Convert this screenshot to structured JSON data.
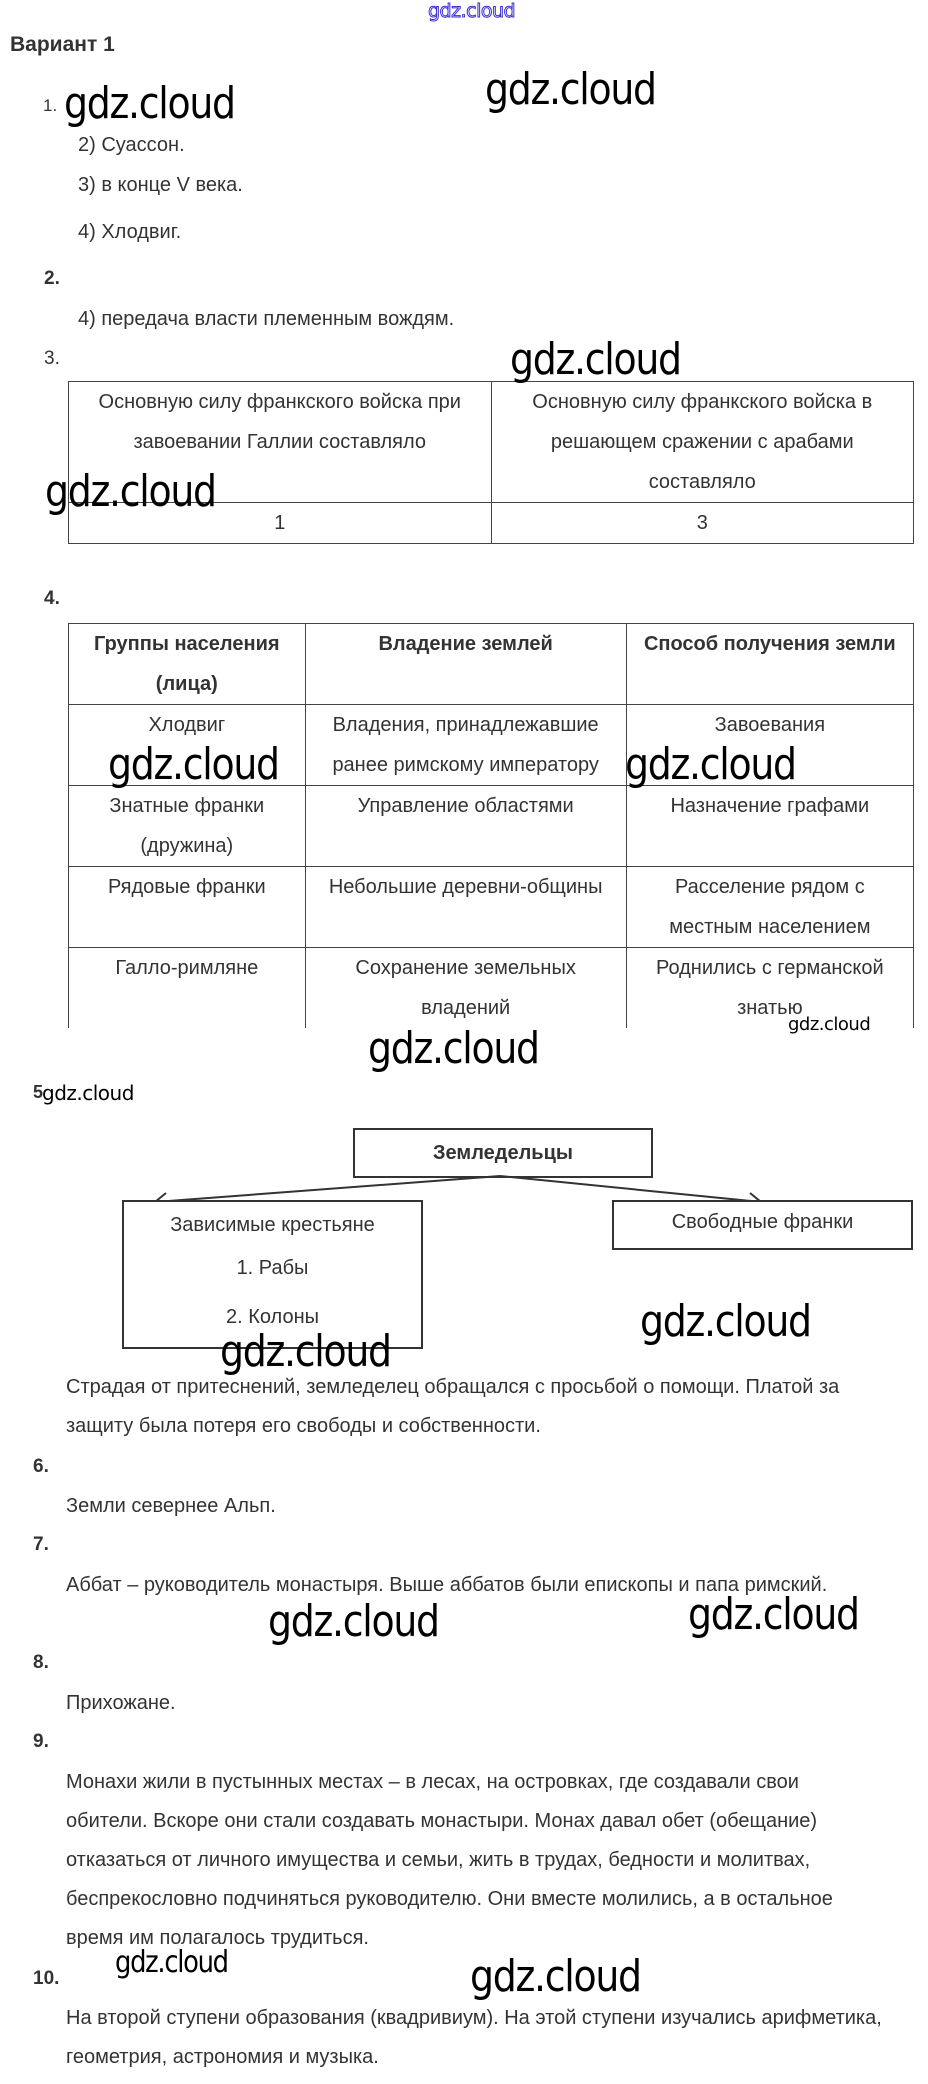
{
  "header": {
    "site_mark": "gdz.cloud",
    "title": "Вариант 1"
  },
  "watermark": "gdz.cloud",
  "q1": {
    "number": "1.",
    "answers": [
      "2) Суассон.",
      "3) в конце V века.",
      "4) Хлодвиг."
    ]
  },
  "q2": {
    "number": "2.",
    "answers": [
      "4) передача власти племенным вождям."
    ]
  },
  "q3": {
    "number": "3.",
    "headers": [
      "Основную силу франкского войска при завоевании Галлии составляло",
      "Основную силу франкского войска в решающем сражении с арабами составляло"
    ],
    "values": [
      "1",
      "3"
    ]
  },
  "q4": {
    "number": "4.",
    "headers": [
      "Группы населения (лица)",
      "Владение землей",
      "Способ получения земли"
    ],
    "rows": [
      [
        "Хлодвиг",
        "Владения, принадлежавшие ранее римскому императору",
        "Завоевания"
      ],
      [
        "Знатные франки (дружина)",
        "Управление областями",
        "Назначение графами"
      ],
      [
        "Рядовые франки",
        "Небольшие деревни-общины",
        "Расселение рядом с местным населением"
      ],
      [
        "Галло-римляне",
        "Сохранение земельных владений",
        "Роднились с германской знатью"
      ]
    ]
  },
  "q5": {
    "number": "5",
    "diagram": {
      "root": "Земледельцы",
      "left": {
        "title": "Зависимые крестьяне",
        "items": [
          "1. Рабы",
          "2. Колоны"
        ]
      },
      "right": {
        "title": "Свободные франки"
      }
    },
    "text": "Страдая от притеснений, земледелец обращался с просьбой о помощи. Платой за защиту была потеря его свободы и собственности."
  },
  "q6": {
    "number": "6.",
    "text": "Земли севернее Альп."
  },
  "q7": {
    "number": "7.",
    "text": "Аббат – руководитель монастыря. Выше аббатов были епископы и папа римский."
  },
  "q8": {
    "number": "8.",
    "text": "Прихожане."
  },
  "q9": {
    "number": "9.",
    "text": "Монахи жили в пустынных местах – в лесах, на островках, где создавали свои обители. Вскоре они стали создавать монастыри. Монах давал обет (обещание) отказаться от личного имущества и семьи, жить в трудах, бедности и молитвах, беспрекословно подчиняться руководителю. Они вместе молились, а в остальное время им полагалось трудиться."
  },
  "q10": {
    "number": "10.",
    "text": "На второй ступени образования (квадривиум). На этой ступени изучались арифметика, геометрия, астрономия и музыка."
  }
}
